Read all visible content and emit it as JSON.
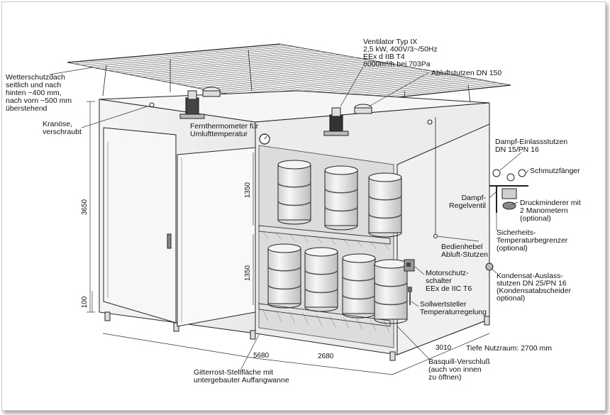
{
  "colors": {
    "line": "#222222",
    "panel": "#f2f2f2",
    "barrel": "#e8e8e8",
    "motor": "#333333"
  },
  "labels": {
    "roof": [
      "Wetterschutzdach",
      "seitlich und nach",
      "hinten ~400 mm,",
      "nach vorn ~500 mm",
      "überstehend"
    ],
    "kranoese": [
      "Kranöse,",
      "verschraubt"
    ],
    "fan": [
      "Ventilator Typ IX",
      "2,5 kW, 400V/3~/50Hz",
      "EEx d IIB T4",
      "8000m³/h bei 703Pa"
    ],
    "abluft": "Abluftstutzen DN 150",
    "thermo": [
      "Fernthermometer für",
      "Umlufttemperatur"
    ],
    "dampf_einlass": [
      "Dampf-Einlassstutzen",
      "DN 15/PN 16"
    ],
    "schmutz": "Schmutzfänger",
    "regelventil": [
      "Dampf-",
      "Regelventil"
    ],
    "druckminderer": [
      "Druckminderer mit",
      "2 Manometern",
      "(optional)"
    ],
    "sicherheit": [
      "Sicherheits-",
      "Temperaturbegrenzer",
      "(optional)"
    ],
    "bedienhebel": [
      "Bedienhebel",
      "Abluft-Stutzen"
    ],
    "kondensat": [
      "Kondensat-Auslass-",
      "stutzen DN 25/PN 16",
      "(Kondensatabscheider",
      "optional)"
    ],
    "motorschutz": [
      "Motorschutz-",
      "schalter",
      "EEx de IIC T6"
    ],
    "sollwert": [
      "Sollwertsteller",
      "Temperaturregelung"
    ],
    "tiefe": "Tiefe Nutzraum: 2700 mm",
    "basquill": [
      "Basquill-Verschluß",
      "(auch von innen",
      "zu öffnen)"
    ],
    "gitterrost": [
      "Gitterrost-Stellfläche mit",
      "untergebauter Auffangwanne"
    ]
  },
  "dimensions": {
    "height_total": "3650",
    "level_upper": "1350",
    "level_lower": "1350",
    "foot": "100",
    "width_total": "5680",
    "width_half": "2680",
    "depth": "3010"
  }
}
